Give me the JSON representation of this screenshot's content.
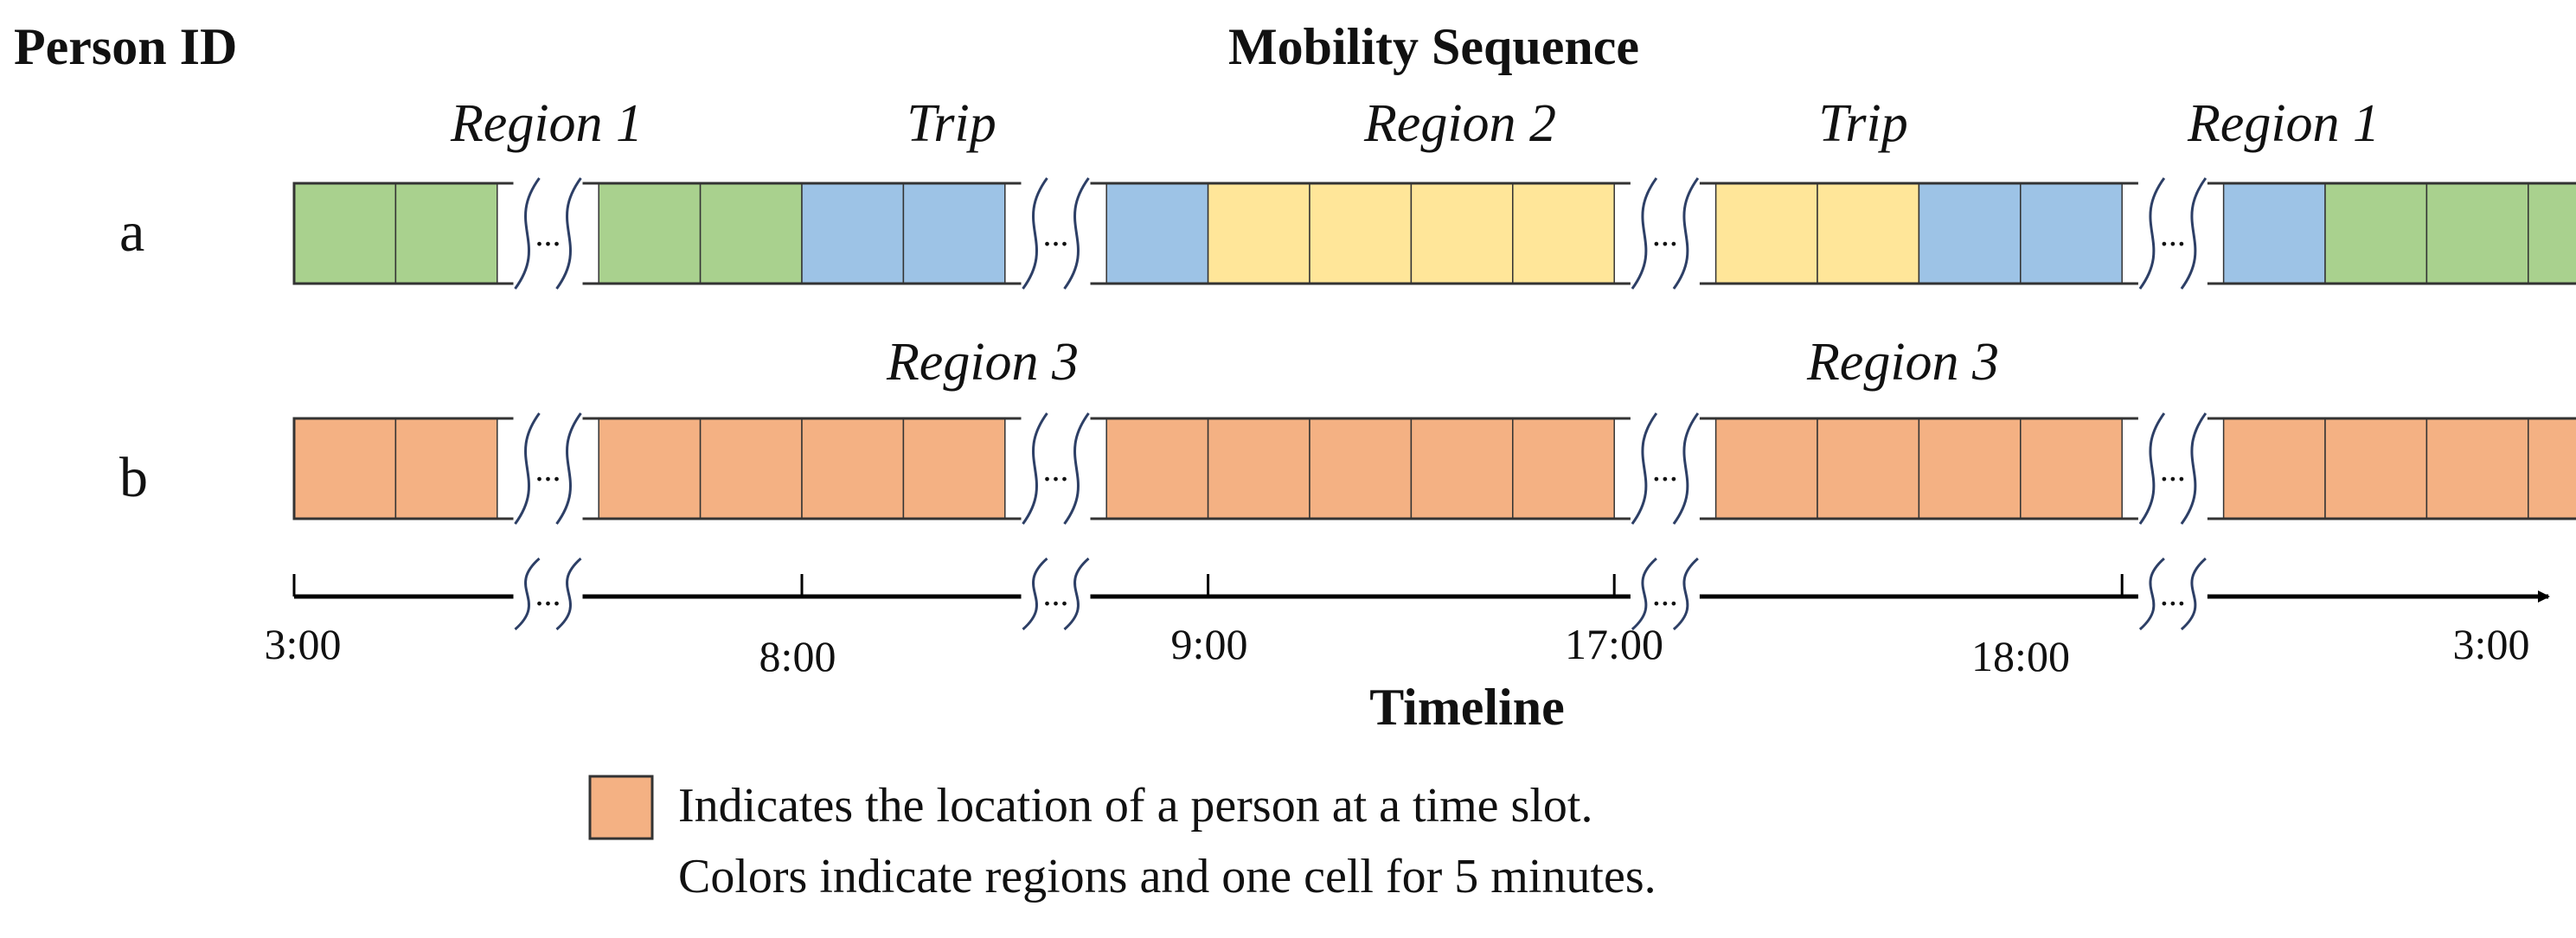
{
  "headers": {
    "person_id": "Person ID",
    "sequence": "Mobility Sequence"
  },
  "colors": {
    "region1": "#a9d18e",
    "trip": "#9dc3e6",
    "region2": "#ffe699",
    "region3": "#f4b183",
    "stroke": "#333333"
  },
  "rows": [
    {
      "id": "a",
      "labels": [
        "Region 1",
        "Trip",
        "Region 2",
        "Trip",
        "Region 1"
      ],
      "cells": [
        "region1",
        "region1",
        "break",
        "region1",
        "region1",
        "trip",
        "trip",
        "break",
        "trip",
        "region2",
        "region2",
        "region2",
        "region2",
        "break",
        "region2",
        "region2",
        "trip",
        "trip",
        "break",
        "trip",
        "region1",
        "region1",
        "region1",
        "break",
        "region1",
        "region1"
      ]
    },
    {
      "id": "b",
      "labels": [
        "Region 3",
        "Region 3"
      ],
      "cells": [
        "region3",
        "region3",
        "break",
        "region3",
        "region3",
        "region3",
        "region3",
        "break",
        "region3",
        "region3",
        "region3",
        "region3",
        "region3",
        "break",
        "region3",
        "region3",
        "region3",
        "region3",
        "break",
        "region3",
        "region3",
        "region3",
        "region3",
        "break",
        "region3",
        "region3"
      ]
    }
  ],
  "timeline": {
    "title": "Timeline",
    "ticks": [
      "3:00",
      "8:00",
      "9:00",
      "17:00",
      "18:00",
      "3:00"
    ],
    "break_mark": "..."
  },
  "legend": {
    "color": "region3",
    "line1": "Indicates the location of a person at a time slot.",
    "line2": "Colors indicate regions and one cell for 5 minutes."
  }
}
